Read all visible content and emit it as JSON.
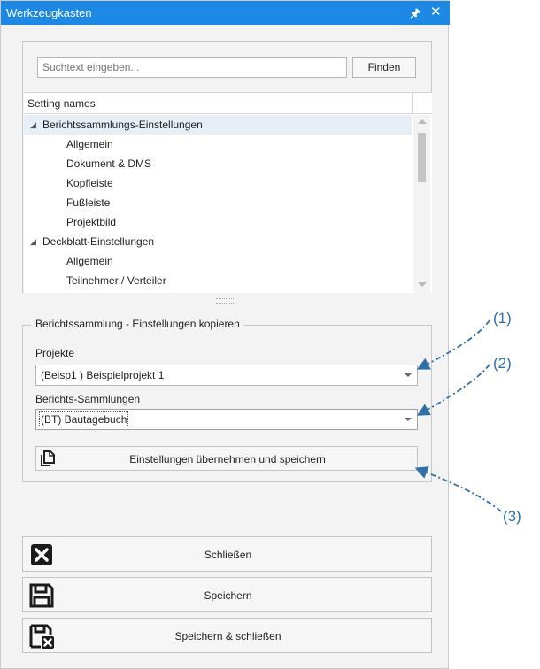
{
  "window": {
    "title": "Werkzeugkasten",
    "pin_glyph": "🖈",
    "close_glyph": "✕"
  },
  "search": {
    "placeholder": "Suchtext eingeben...",
    "value": "",
    "find_label": "Finden"
  },
  "tree": {
    "header": "Setting names",
    "rows": [
      {
        "label": "Berichtssammlungs-Einstellungen",
        "level": 0,
        "expanded": true,
        "selected": true
      },
      {
        "label": "Allgemein",
        "level": 1
      },
      {
        "label": "Dokument & DMS",
        "level": 1
      },
      {
        "label": "Kopfleiste",
        "level": 1
      },
      {
        "label": "Fußleiste",
        "level": 1
      },
      {
        "label": "Projektbild",
        "level": 1
      },
      {
        "label": "Deckblatt-Einstellungen",
        "level": 0,
        "expanded": true
      },
      {
        "label": "Allgemein",
        "level": 1
      },
      {
        "label": "Teilnehmer / Verteiler",
        "level": 1
      }
    ]
  },
  "copy_group": {
    "legend": "Berichtssammlung - Einstellungen kopieren",
    "projects_label": "Projekte",
    "projects_value": "(Beisp1 ) Beispielprojekt 1",
    "collections_label": "Berichts-Sammlungen",
    "collections_value": "(BT) Bautagebuch",
    "apply_label": "Einstellungen übernehmen und speichern"
  },
  "buttons": {
    "close_label": "Schließen",
    "save_label": "Speichern",
    "save_close_label": "Speichern & schließen"
  },
  "annotations": {
    "one": "(1)",
    "two": "(2)",
    "three": "(3)"
  },
  "colors": {
    "titlebar": "#1e88e5",
    "annotation": "#2f6fa8",
    "selected_row": "#e8eef7"
  }
}
